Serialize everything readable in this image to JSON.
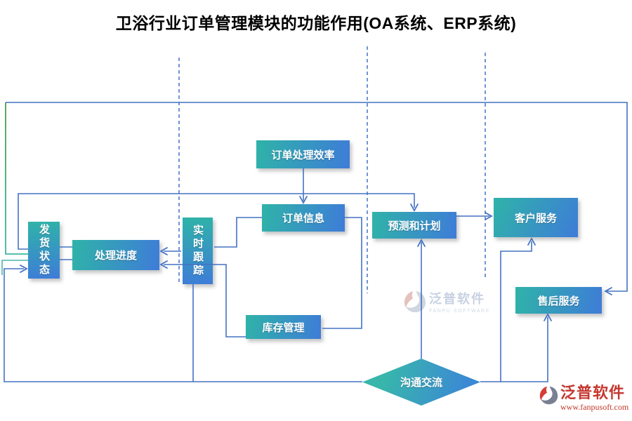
{
  "title": "卫浴行业订单管理模块的功能作用(OA系统、ERP系统)",
  "nodes": {
    "order_efficiency": {
      "label": "订单处理效率"
    },
    "order_info": {
      "label": "订单信息"
    },
    "forecast_plan": {
      "label": "预测和计划"
    },
    "customer_service": {
      "label": "客户服务"
    },
    "shipping_status": {
      "label": "发货状态"
    },
    "processing_progress": {
      "label": "处理进度"
    },
    "realtime_tracking": {
      "label": "实时跟踪"
    },
    "inventory_mgmt": {
      "label": "库存管理"
    },
    "after_sales": {
      "label": "售后服务"
    },
    "communication": {
      "label": "沟通交流"
    }
  },
  "watermark": {
    "name": "泛普软件",
    "subtitle": "FANPU SOFTWARE"
  },
  "footer_logo": {
    "name": "泛普软件",
    "url": "www.fanpusoft.com"
  },
  "colors": {
    "node_teal": "#2fb3a8",
    "node_blue": "#3e7cd8",
    "line_blue": "#4472c4",
    "line_green": "#45a047",
    "line_teal": "#4db6ac",
    "logo_red": "#c5372f",
    "watermark_blue": "#c3cde0"
  }
}
